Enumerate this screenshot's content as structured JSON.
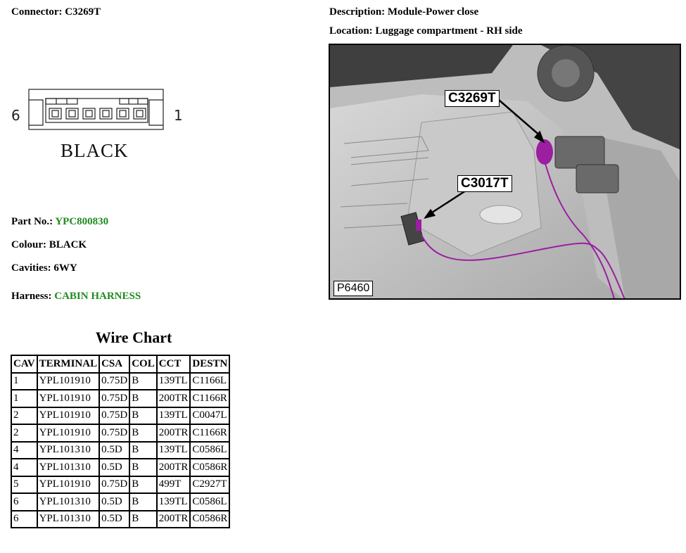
{
  "connector": {
    "label": "Connector: C3269T"
  },
  "description": {
    "label": "Description: Module-Power close"
  },
  "location": {
    "label": "Location: Luggage compartment - RH side"
  },
  "pinout": {
    "left_number": "6",
    "right_number": "1",
    "colour_text": "BLACK"
  },
  "part": {
    "label": "Part No.: ",
    "value": "YPC800830"
  },
  "colour": {
    "label": "Colour: BLACK"
  },
  "cavities": {
    "label": "Cavities: 6WY"
  },
  "harness": {
    "label": "Harness: ",
    "value": "CABIN HARNESS"
  },
  "photo": {
    "callout_1": "C3269T",
    "callout_2": "C3017T",
    "ref": "P6460"
  },
  "wire_chart": {
    "title": "Wire Chart",
    "headers": [
      "CAV",
      "TERMINAL",
      "CSA",
      "COL",
      "CCT",
      "DESTN"
    ],
    "rows": [
      [
        "1",
        "YPL101910",
        "0.75D",
        "B",
        "139TL",
        "C1166L"
      ],
      [
        "1",
        "YPL101910",
        "0.75D",
        "B",
        "200TR",
        "C1166R"
      ],
      [
        "2",
        "YPL101910",
        "0.75D",
        "B",
        "139TL",
        "C0047L"
      ],
      [
        "2",
        "YPL101910",
        "0.75D",
        "B",
        "200TR",
        "C1166R"
      ],
      [
        "4",
        "YPL101310",
        "0.5D",
        "B",
        "139TL",
        "C0586L"
      ],
      [
        "4",
        "YPL101310",
        "0.5D",
        "B",
        "200TR",
        "C0586R"
      ],
      [
        "5",
        "YPL101910",
        "0.75D",
        "B",
        "499T",
        "C2927T"
      ],
      [
        "6",
        "YPL101310",
        "0.5D",
        "B",
        "139TL",
        "C0586L"
      ],
      [
        "6",
        "YPL101310",
        "0.5D",
        "B",
        "200TR",
        "C0586R"
      ]
    ]
  },
  "colors": {
    "accent_green": "#1e8b1e",
    "wire_purple": "#9b1fa0"
  }
}
